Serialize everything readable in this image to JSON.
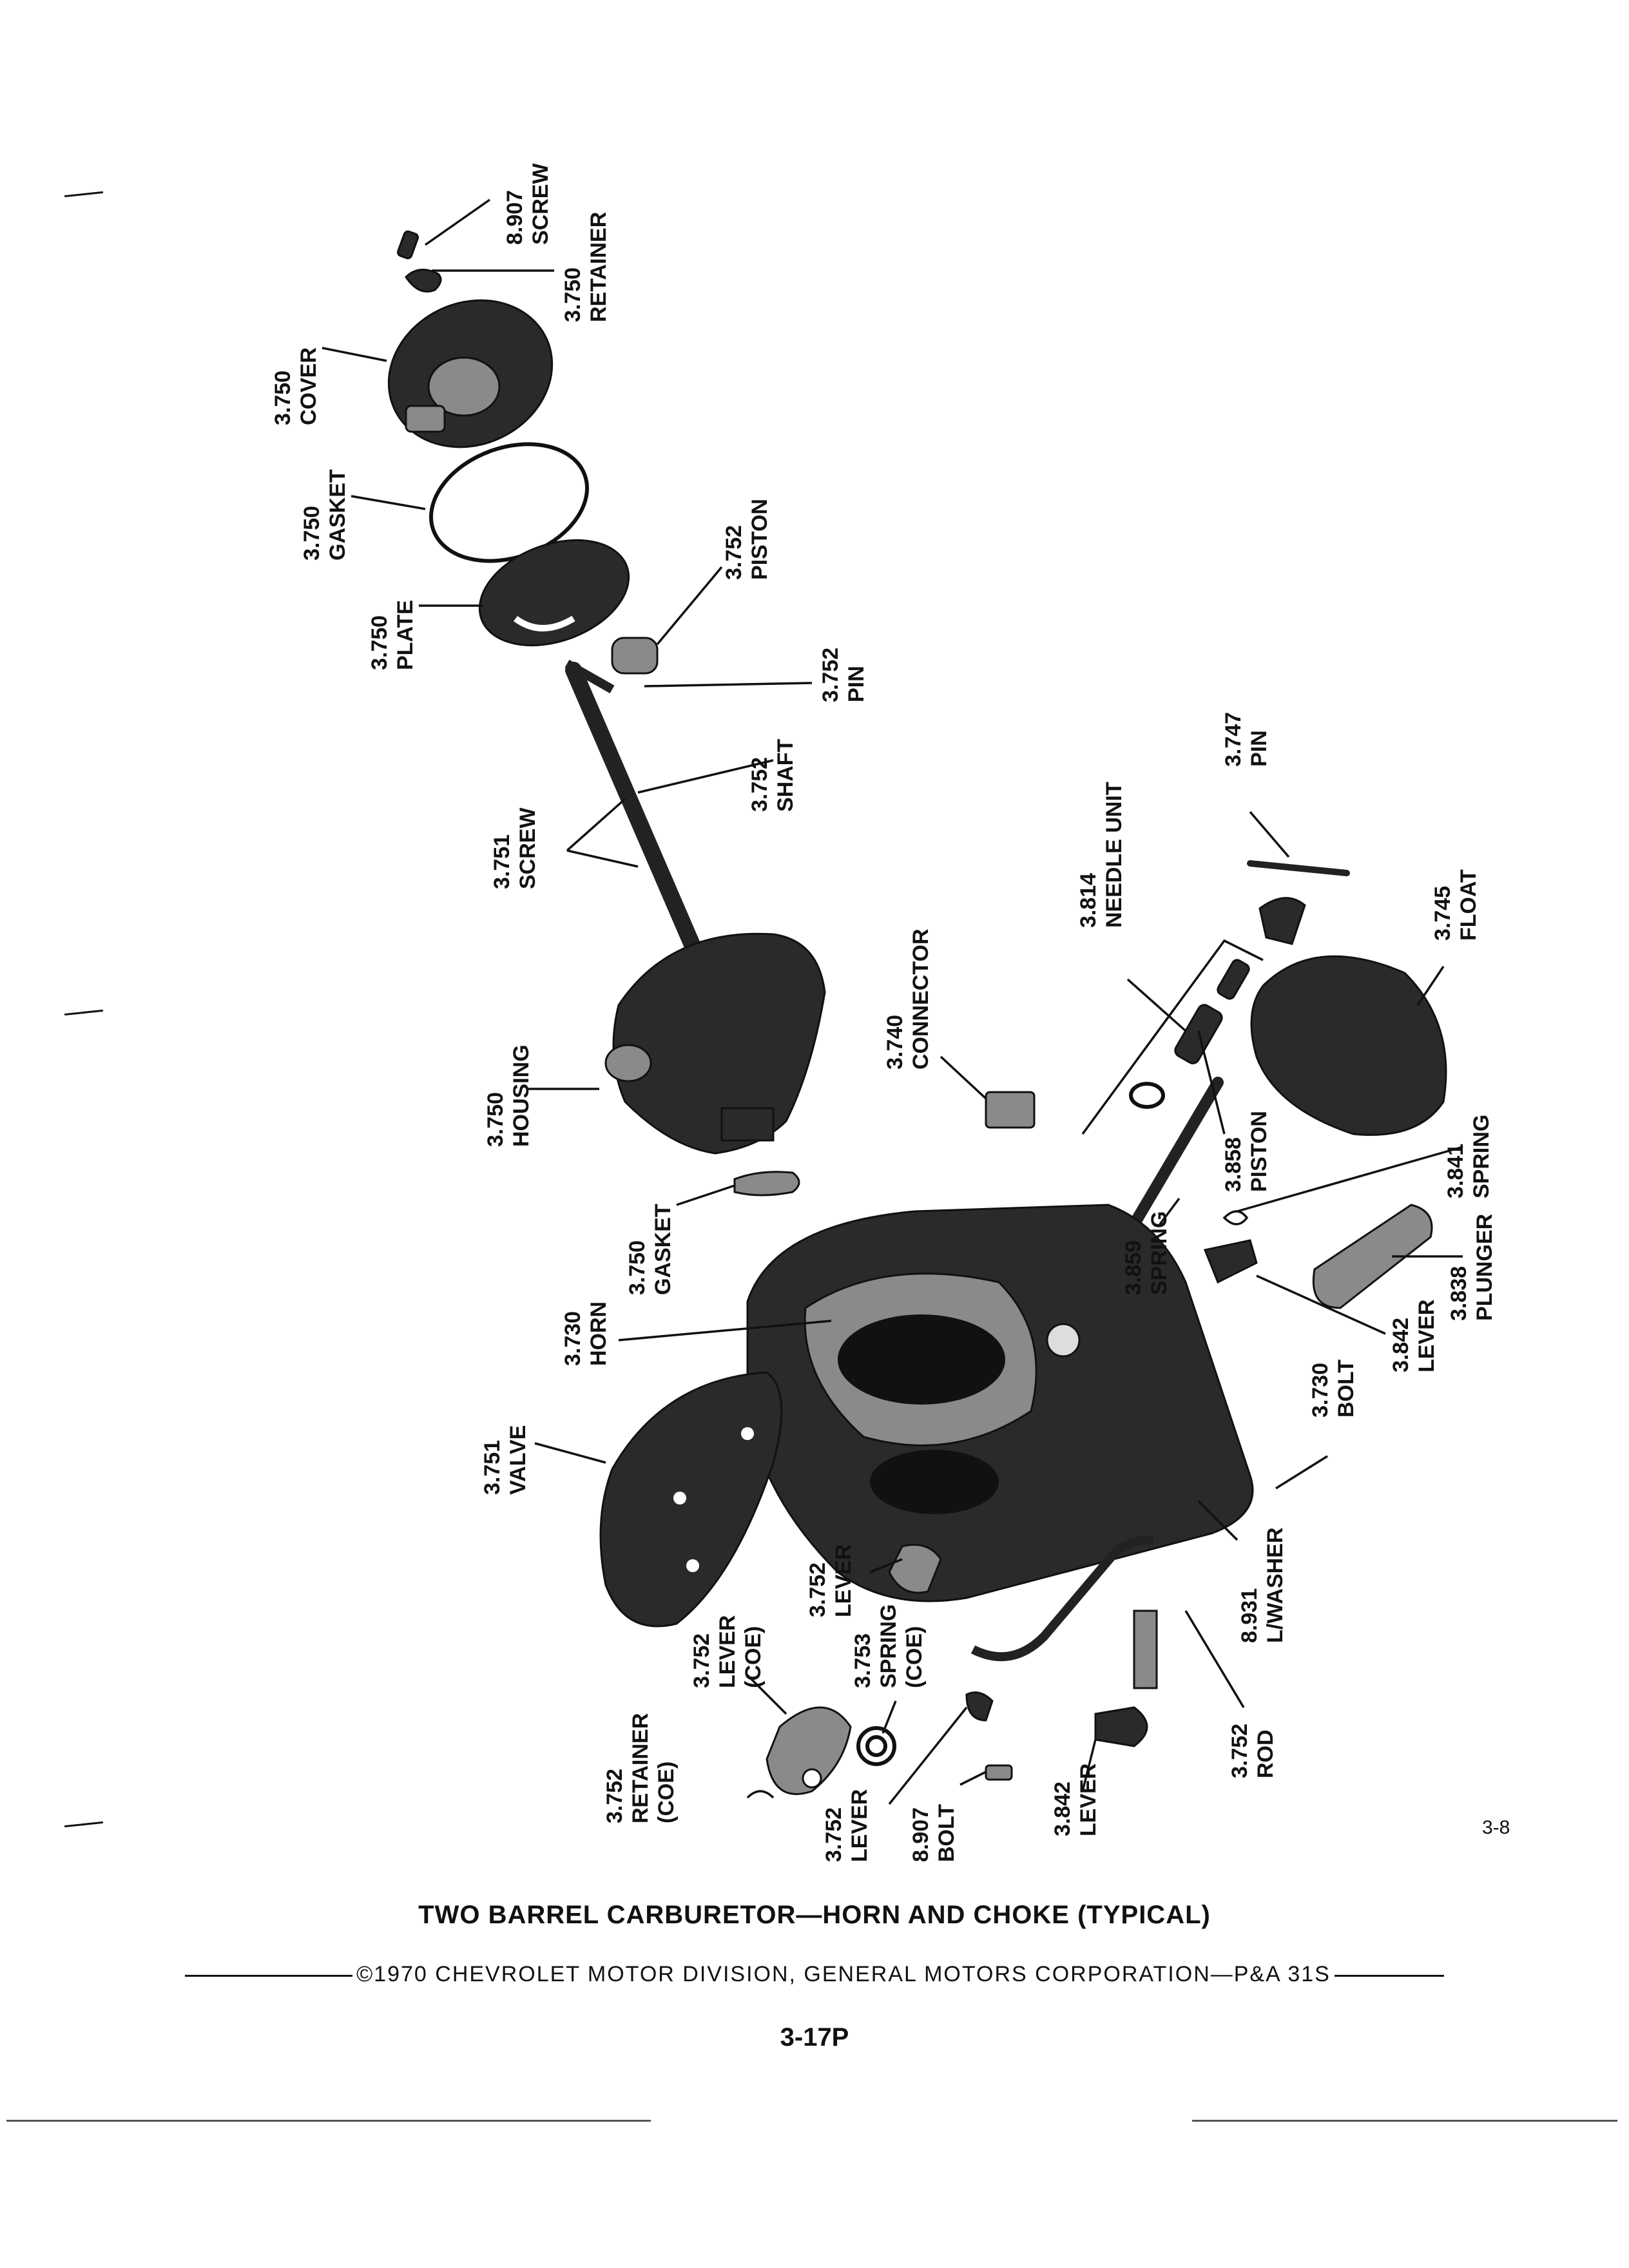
{
  "labels": {
    "screw_8907": [
      "8.907",
      "SCREW"
    ],
    "retainer_3750": [
      "3.750",
      "RETAINER"
    ],
    "cover_3750": [
      "3.750",
      "COVER"
    ],
    "gasket_3750_top": [
      "3.750",
      "GASKET"
    ],
    "plate_3750": [
      "3.750",
      "PLATE"
    ],
    "piston_3752": [
      "3.752",
      "PISTON"
    ],
    "pin_3752": [
      "3.752",
      "PIN"
    ],
    "shaft_3752": [
      "3.752",
      "SHAFT"
    ],
    "screw_3751": [
      "3.751",
      "SCREW"
    ],
    "housing_3750": [
      "3.750",
      "HOUSING"
    ],
    "connector_3740": [
      "3.740",
      "CONNECTOR"
    ],
    "needle_unit_3814": [
      "3.814",
      "NEEDLE UNIT"
    ],
    "pin_3747": [
      "3.747",
      "PIN"
    ],
    "float_3745": [
      "3.745",
      "FLOAT"
    ],
    "piston_3858": [
      "3.858",
      "PISTON"
    ],
    "spring_3841": [
      "3.841",
      "SPRING"
    ],
    "gasket_3750_low": [
      "3.750",
      "GASKET"
    ],
    "spring_3859": [
      "3.859",
      "SPRING"
    ],
    "plunger_3838": [
      "3.838",
      "PLUNGER"
    ],
    "horn_3730": [
      "3.730",
      "HORN"
    ],
    "lever_3842_upper": [
      "3.842",
      "LEVER"
    ],
    "bolt_3730": [
      "3.730",
      "BOLT"
    ],
    "valve_3751": [
      "3.751",
      "VALVE"
    ],
    "lever_3752": [
      "3.752",
      "LEVER"
    ],
    "washer_8931": [
      "8.931",
      "L/WASHER"
    ],
    "lever_coe_3752": [
      "3.752",
      "LEVER",
      "(COE)"
    ],
    "spring_coe_3753": [
      "3.753",
      "SPRING",
      "(COE)"
    ],
    "retainer_coe_3752": [
      "3.752",
      "RETAINER",
      "(COE)"
    ],
    "rod_3752": [
      "3.752",
      "ROD"
    ],
    "lever_3752_low": [
      "3.752",
      "LEVER"
    ],
    "bolt_8907": [
      "8.907",
      "BOLT"
    ],
    "lever_3842_low": [
      "3.842",
      "LEVER"
    ]
  },
  "page_number": "3-8",
  "caption": {
    "title": "TWO BARREL CARBURETOR—HORN AND CHOKE (TYPICAL)",
    "copyright": "©1970 CHEVROLET MOTOR DIVISION, GENERAL MOTORS CORPORATION—P&A 31S",
    "figure_number": "3-17P"
  }
}
